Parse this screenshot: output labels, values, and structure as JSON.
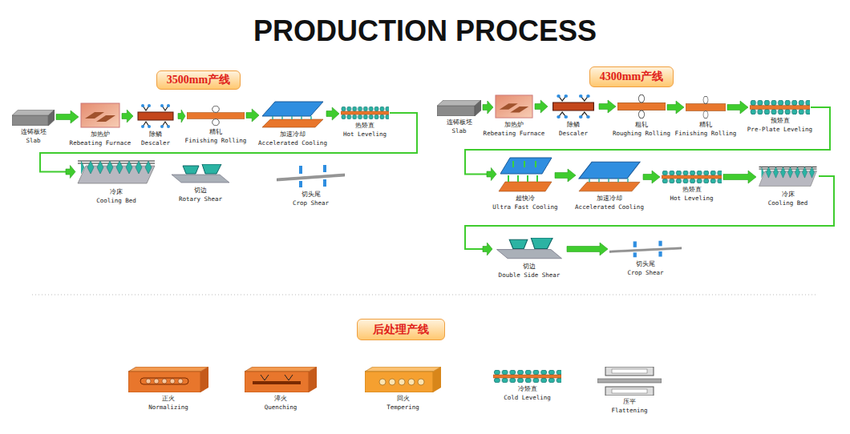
{
  "diagram": {
    "title": "PRODUCTION PROCESS",
    "nodes": [
      {
        "text": [
          "3500mm产线"
        ]
      },
      {
        "text": [
          "连铸板坯",
          "Slab"
        ]
      },
      {
        "text": [
          "加热炉",
          "Rebeating Furnace"
        ]
      },
      {
        "text": [
          "除鳞",
          "Descaler"
        ]
      },
      {
        "text": [
          "精轧",
          "Finishing Rolling"
        ]
      },
      {
        "text": [
          "加速冷却",
          "Accelerated Cooling"
        ]
      },
      {
        "text": [
          "热矫直",
          "Hot Leveling"
        ]
      },
      {
        "text": [
          "冷床",
          "Cooling Bed"
        ]
      },
      {
        "text": [
          "切边",
          "Rotary Shear"
        ]
      },
      {
        "text": [
          "切头尾",
          "Crop Shear"
        ]
      },
      {
        "text": [
          "4300mm产线"
        ]
      },
      {
        "text": [
          "连铸板坯",
          "Slab"
        ]
      },
      {
        "text": [
          "加热炉",
          "Rebeating Furnace"
        ]
      },
      {
        "text": [
          "除鳞",
          "Descaler"
        ]
      },
      {
        "text": [
          "粗轧",
          "Roughing Rolling"
        ]
      },
      {
        "text": [
          "精轧",
          "Finishing Rolling"
        ]
      },
      {
        "text": [
          "预矫直",
          "Pre-Plate Leveling"
        ]
      },
      {
        "text": [
          "超快冷",
          "Ultra Fast Cooling"
        ]
      },
      {
        "text": [
          "加速冷却",
          "Accelerated Cooling"
        ]
      },
      {
        "text": [
          "热矫直",
          "Hot Leveling"
        ]
      },
      {
        "text": [
          "冷床",
          "Cooling Bed"
        ]
      },
      {
        "text": [
          "切边",
          "Double Side Shear"
        ]
      },
      {
        "text": [
          "切头尾",
          "Crop Shear"
        ]
      },
      {
        "text": [
          "后处理产线"
        ]
      },
      {
        "text": [
          "正火",
          "Normalizing"
        ]
      },
      {
        "text": [
          "淬火",
          "Quenching"
        ]
      },
      {
        "text": [
          "回火",
          "Tempering"
        ]
      },
      {
        "text": [
          "冷矫直",
          "Cold Leveling"
        ]
      },
      {
        "text": [
          "压平",
          "Flattening"
        ]
      }
    ],
    "edges": [
      {
        "from": 1,
        "to": 2,
        "arrow": "to"
      },
      {
        "from": 2,
        "to": 3,
        "arrow": "to"
      },
      {
        "from": 3,
        "to": 4,
        "arrow": "to"
      },
      {
        "from": 4,
        "to": 5,
        "arrow": "to"
      },
      {
        "from": 5,
        "to": 6,
        "arrow": "to"
      },
      {
        "from": 6,
        "to": 7,
        "arrow": "to"
      },
      {
        "from": 11,
        "to": 12,
        "arrow": "to"
      },
      {
        "from": 12,
        "to": 13,
        "arrow": "to"
      },
      {
        "from": 13,
        "to": 14,
        "arrow": "to"
      },
      {
        "from": 14,
        "to": 15,
        "arrow": "to"
      },
      {
        "from": 15,
        "to": 16,
        "arrow": "to"
      },
      {
        "from": 16,
        "to": 17,
        "arrow": "to"
      },
      {
        "from": 17,
        "to": 18,
        "arrow": "to"
      },
      {
        "from": 18,
        "to": 19,
        "arrow": "to"
      },
      {
        "from": 19,
        "to": 20,
        "arrow": "to"
      },
      {
        "from": 20,
        "to": 21,
        "arrow": "to"
      },
      {
        "from": 21,
        "to": 22,
        "arrow": "to"
      }
    ]
  }
}
